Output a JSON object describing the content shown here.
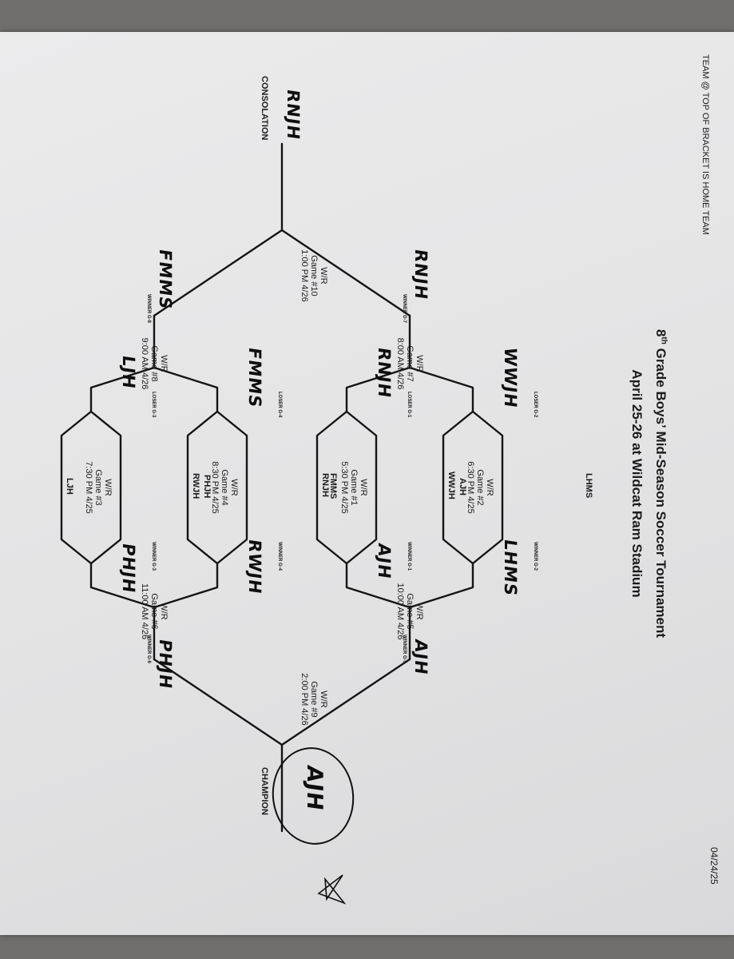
{
  "header": {
    "title_pre": "8",
    "title_sup": "th",
    "title_post": " Grade Boys’ Mid-Season Soccer Tournament",
    "subtitle": "April 25-26 at Wildcat Ram Stadium"
  },
  "home_note": "TEAM @ TOP OF BRACKET IS HOME TEAM",
  "date_stamp": "04/24/25",
  "champion_label": "CHAMPION",
  "consolation_label": "CONSOLATION",
  "printed_teams": {
    "lhms": "LHMS",
    "wwjh": "WWJH",
    "ajh": "AJH",
    "rnjh": "RNJH",
    "fmms": "FMMS",
    "rwjh": "RWJH",
    "phjh": "PHJH",
    "ljh": "LJH"
  },
  "games": [
    {
      "wr": "W/R",
      "game": "Game #2",
      "time": "6:30 PM 4/25"
    },
    {
      "wr": "W/R",
      "game": "Game #1",
      "time": "5:30 PM 4/25"
    },
    {
      "wr": "W/R",
      "game": "Game #4",
      "time": "8:30 PM 4/25"
    },
    {
      "wr": "W/R",
      "game": "Game #3",
      "time": "7:30 PM 4/25"
    },
    {
      "wr": "W/R",
      "game": "Game #5",
      "time": "10:00 AM 4/26"
    },
    {
      "wr": "W/R",
      "game": "Game #6",
      "time": "11:00 AM 4/26"
    },
    {
      "wr": "W/R",
      "game": "Game #9",
      "time": "2:00 PM 4/26"
    },
    {
      "wr": "W/R",
      "game": "Game #7",
      "time": "8:00 AM 4/26"
    },
    {
      "wr": "W/R",
      "game": "Game #8",
      "time": "9:00 AM 4/26"
    },
    {
      "wr": "W/R",
      "game": "Game #10",
      "time": "1:00 PM 4/26"
    }
  ],
  "slot_tags": {
    "winner_g2": "WINNER G-2",
    "winner_g1": "WINNER G-1",
    "winner_g4": "WINNER G-4",
    "winner_g3": "WINNER G-3",
    "winner_g5": "WINNER G-5",
    "winner_g6": "WINNER G-6",
    "loser_g2": "LOSER G-2",
    "loser_g1": "LOSER G-1",
    "loser_g4": "LOSER G-4",
    "loser_g3": "LOSER G-3",
    "winner_g7": "WINNER G-7",
    "winner_g8": "WINNER G-8"
  },
  "handwritten": {
    "lhms": "LHMS",
    "ajh": "AJH",
    "rwjh": "RWJH",
    "phjh": "PHJH",
    "ajh_semi": "AJH",
    "phjh_semi": "PHJH",
    "champion": "AJH",
    "wwjh": "WWJH",
    "rnjh": "RNJH",
    "fmms": "FMMS",
    "ljh": "LJH",
    "rnjh_w7": "RNJH",
    "fmms_w8": "FMMS",
    "consolation": "RNJH"
  }
}
